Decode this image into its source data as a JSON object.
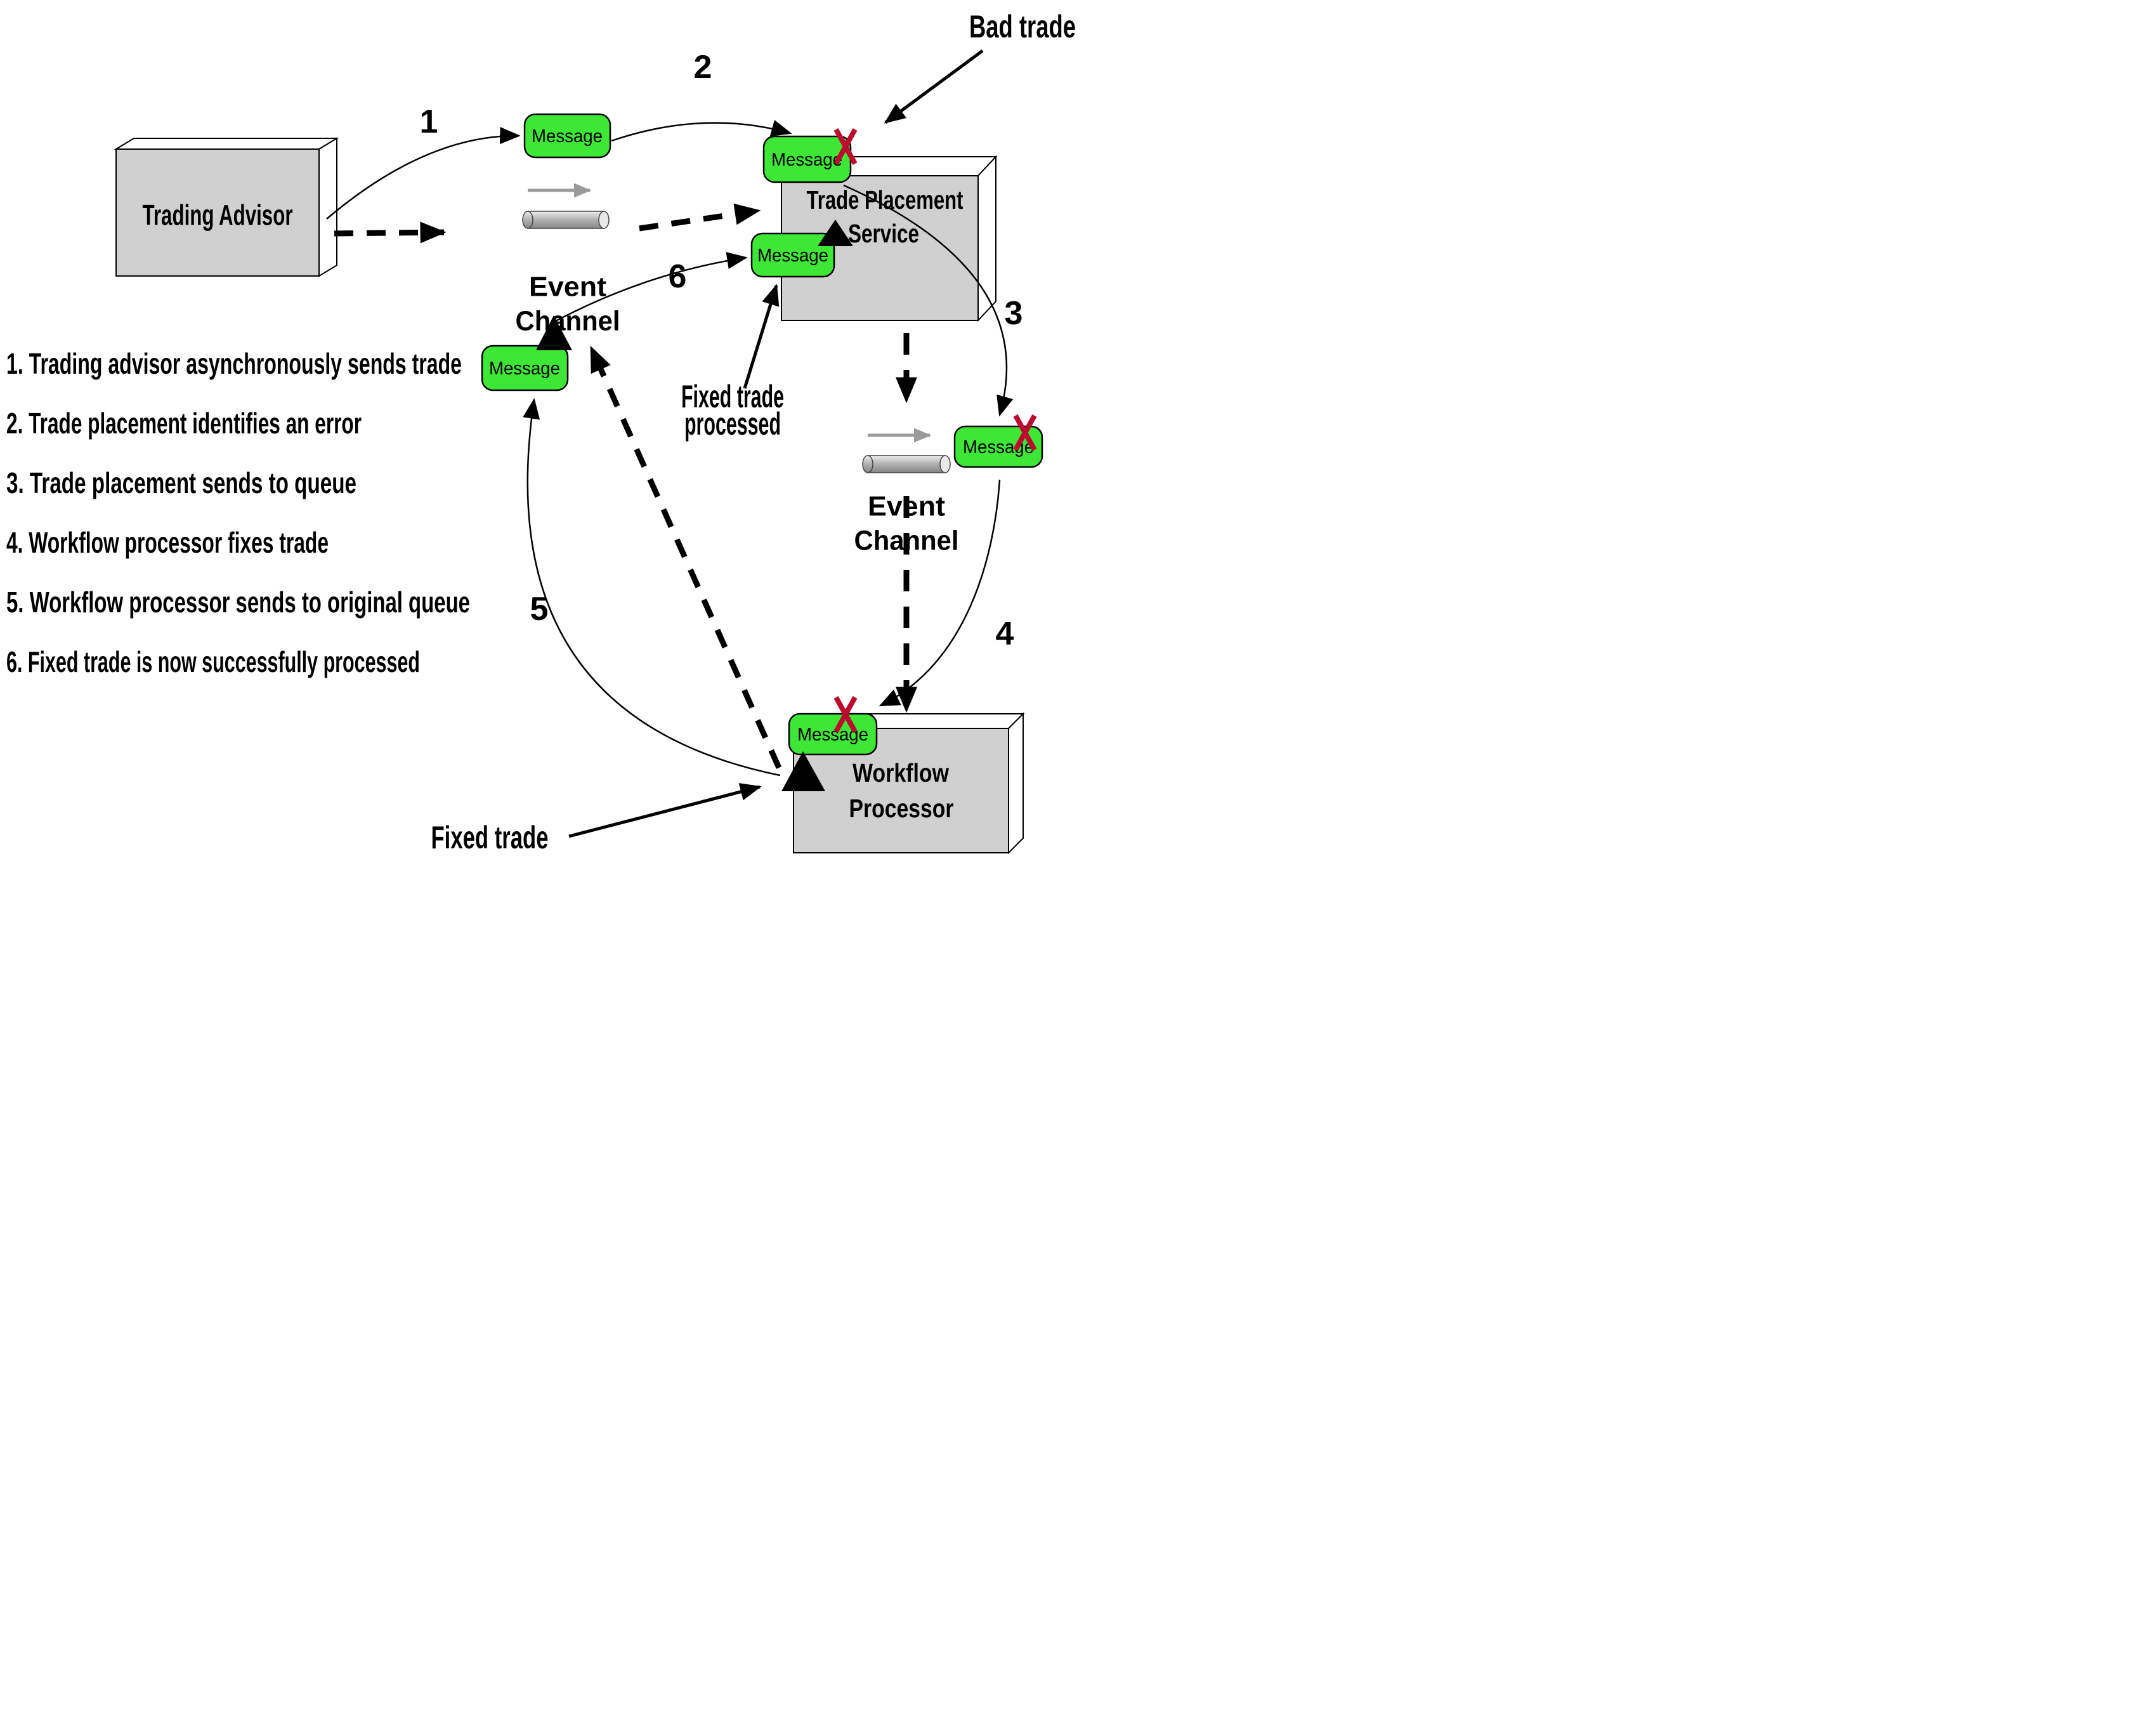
{
  "diagram": {
    "nodes": {
      "trading_advisor": {
        "label": "Trading Advisor"
      },
      "trade_placement": {
        "label_line1": "Trade Placement",
        "label_line2": "Service"
      },
      "workflow_processor": {
        "label_line1": "Workflow",
        "label_line2": "Processor"
      }
    },
    "event_channels": {
      "channel1": {
        "label_line1": "Event",
        "label_line2": "Channel"
      },
      "channel2": {
        "label_line1": "Event",
        "label_line2": "Channel"
      }
    },
    "message_label": "Message",
    "step_numbers": {
      "s1": "1",
      "s2": "2",
      "s3": "3",
      "s4": "4",
      "s5": "5",
      "s6": "6"
    },
    "annotations": {
      "bad_trade": "Bad trade",
      "fixed_trade": "Fixed trade",
      "fixed_trade_processed_line1": "Fixed trade",
      "fixed_trade_processed_line2": "processed"
    },
    "legend": [
      "1. Trading advisor asynchronously sends trade",
      "2. Trade placement identifies an error",
      "3. Trade placement sends to queue",
      "4. Workflow processor fixes trade",
      "5. Workflow processor sends to original queue",
      "6. Fixed trade is now successfully processed"
    ],
    "colors": {
      "message_green": "#3ee636",
      "box_face_gray": "#d0d0d0",
      "error_red": "#bb0a2e",
      "icon_gray": "#9a9a9a"
    }
  }
}
